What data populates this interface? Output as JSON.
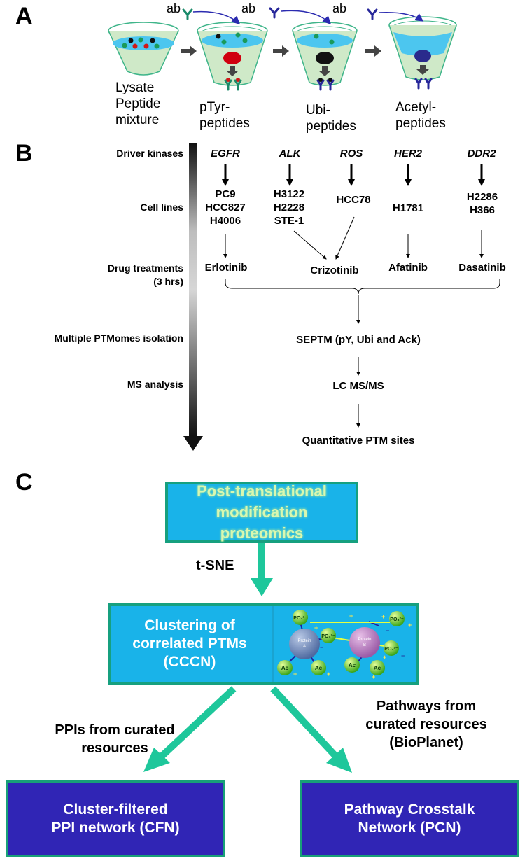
{
  "panel_a": {
    "letter": "A",
    "ab_label": "ab",
    "stage_labels": [
      "Lysate\nPeptide\nmixture",
      "pTyr-\npeptides",
      "Ubi-\npeptides",
      "Acetyl-\npeptides"
    ]
  },
  "panel_b": {
    "letter": "B",
    "row_labels": [
      "Driver kinases",
      "Cell lines",
      "Drug treatments\n(3 hrs)",
      "Multiple PTMomes isolation",
      "MS analysis"
    ],
    "kinases": [
      "EGFR",
      "ALK",
      "ROS",
      "HER2",
      "DDR2"
    ],
    "cell_lines": [
      "PC9\nHCC827\nH4006",
      "H3122\nH2228\nSTE-1",
      "HCC78",
      "H1781",
      "H2286\nH366"
    ],
    "drugs": [
      "Erlotinib",
      "Crizotinib",
      "Afatinib",
      "Dasatinib"
    ],
    "pipeline": [
      "SEPTM (pY, Ubi and Ack)",
      "LC MS/MS",
      "Quantitative PTM sites"
    ]
  },
  "panel_c": {
    "letter": "C",
    "top_box": "Post-translational modification\nproteomics",
    "tsne_label": "t-SNE",
    "cluster_box": "Clustering of\ncorrelated PTMs\n(CCCN)",
    "inset": {
      "protein_a": "Protein\nA",
      "protein_b": "Protein\nB",
      "po3": "PO₃²⁻",
      "ac": "Ac",
      "plus": "+",
      "minus": "−"
    },
    "left_edge_label": "PPIs from curated\nresources",
    "right_edge_label": "Pathways from\ncurated resources\n(BioPlanet)",
    "left_box": "Cluster-filtered\nPPI network (CFN)",
    "right_box": "Pathway Crosstalk\nNetwork (PCN)"
  },
  "colors": {
    "cyan_box": "#19b3e9",
    "dark_box": "#3025b5",
    "teal_arrow": "#1ec79b",
    "liquid": "#4cc6ef",
    "red_pellet": "#d0000f",
    "navy_pellet": "#2a2a8c",
    "antibody_green": "#1a8a6a",
    "antibody_navy": "#27279a"
  }
}
